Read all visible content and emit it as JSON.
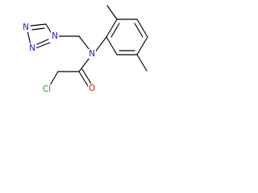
{
  "molecule": {
    "atoms": {
      "n_amide": {
        "label": "N",
        "color": "#1a1acc"
      },
      "o_carbonyl": {
        "label": "O",
        "color": "#cc1a1a"
      },
      "cl": {
        "label": "Cl",
        "color": "#1a9a1a"
      },
      "n_triazole_1": {
        "label": "N",
        "color": "#1a1acc"
      },
      "n_triazole_2": {
        "label": "N",
        "color": "#1a1acc"
      },
      "n_triazole_4": {
        "label": "N",
        "color": "#1a1acc"
      }
    }
  }
}
